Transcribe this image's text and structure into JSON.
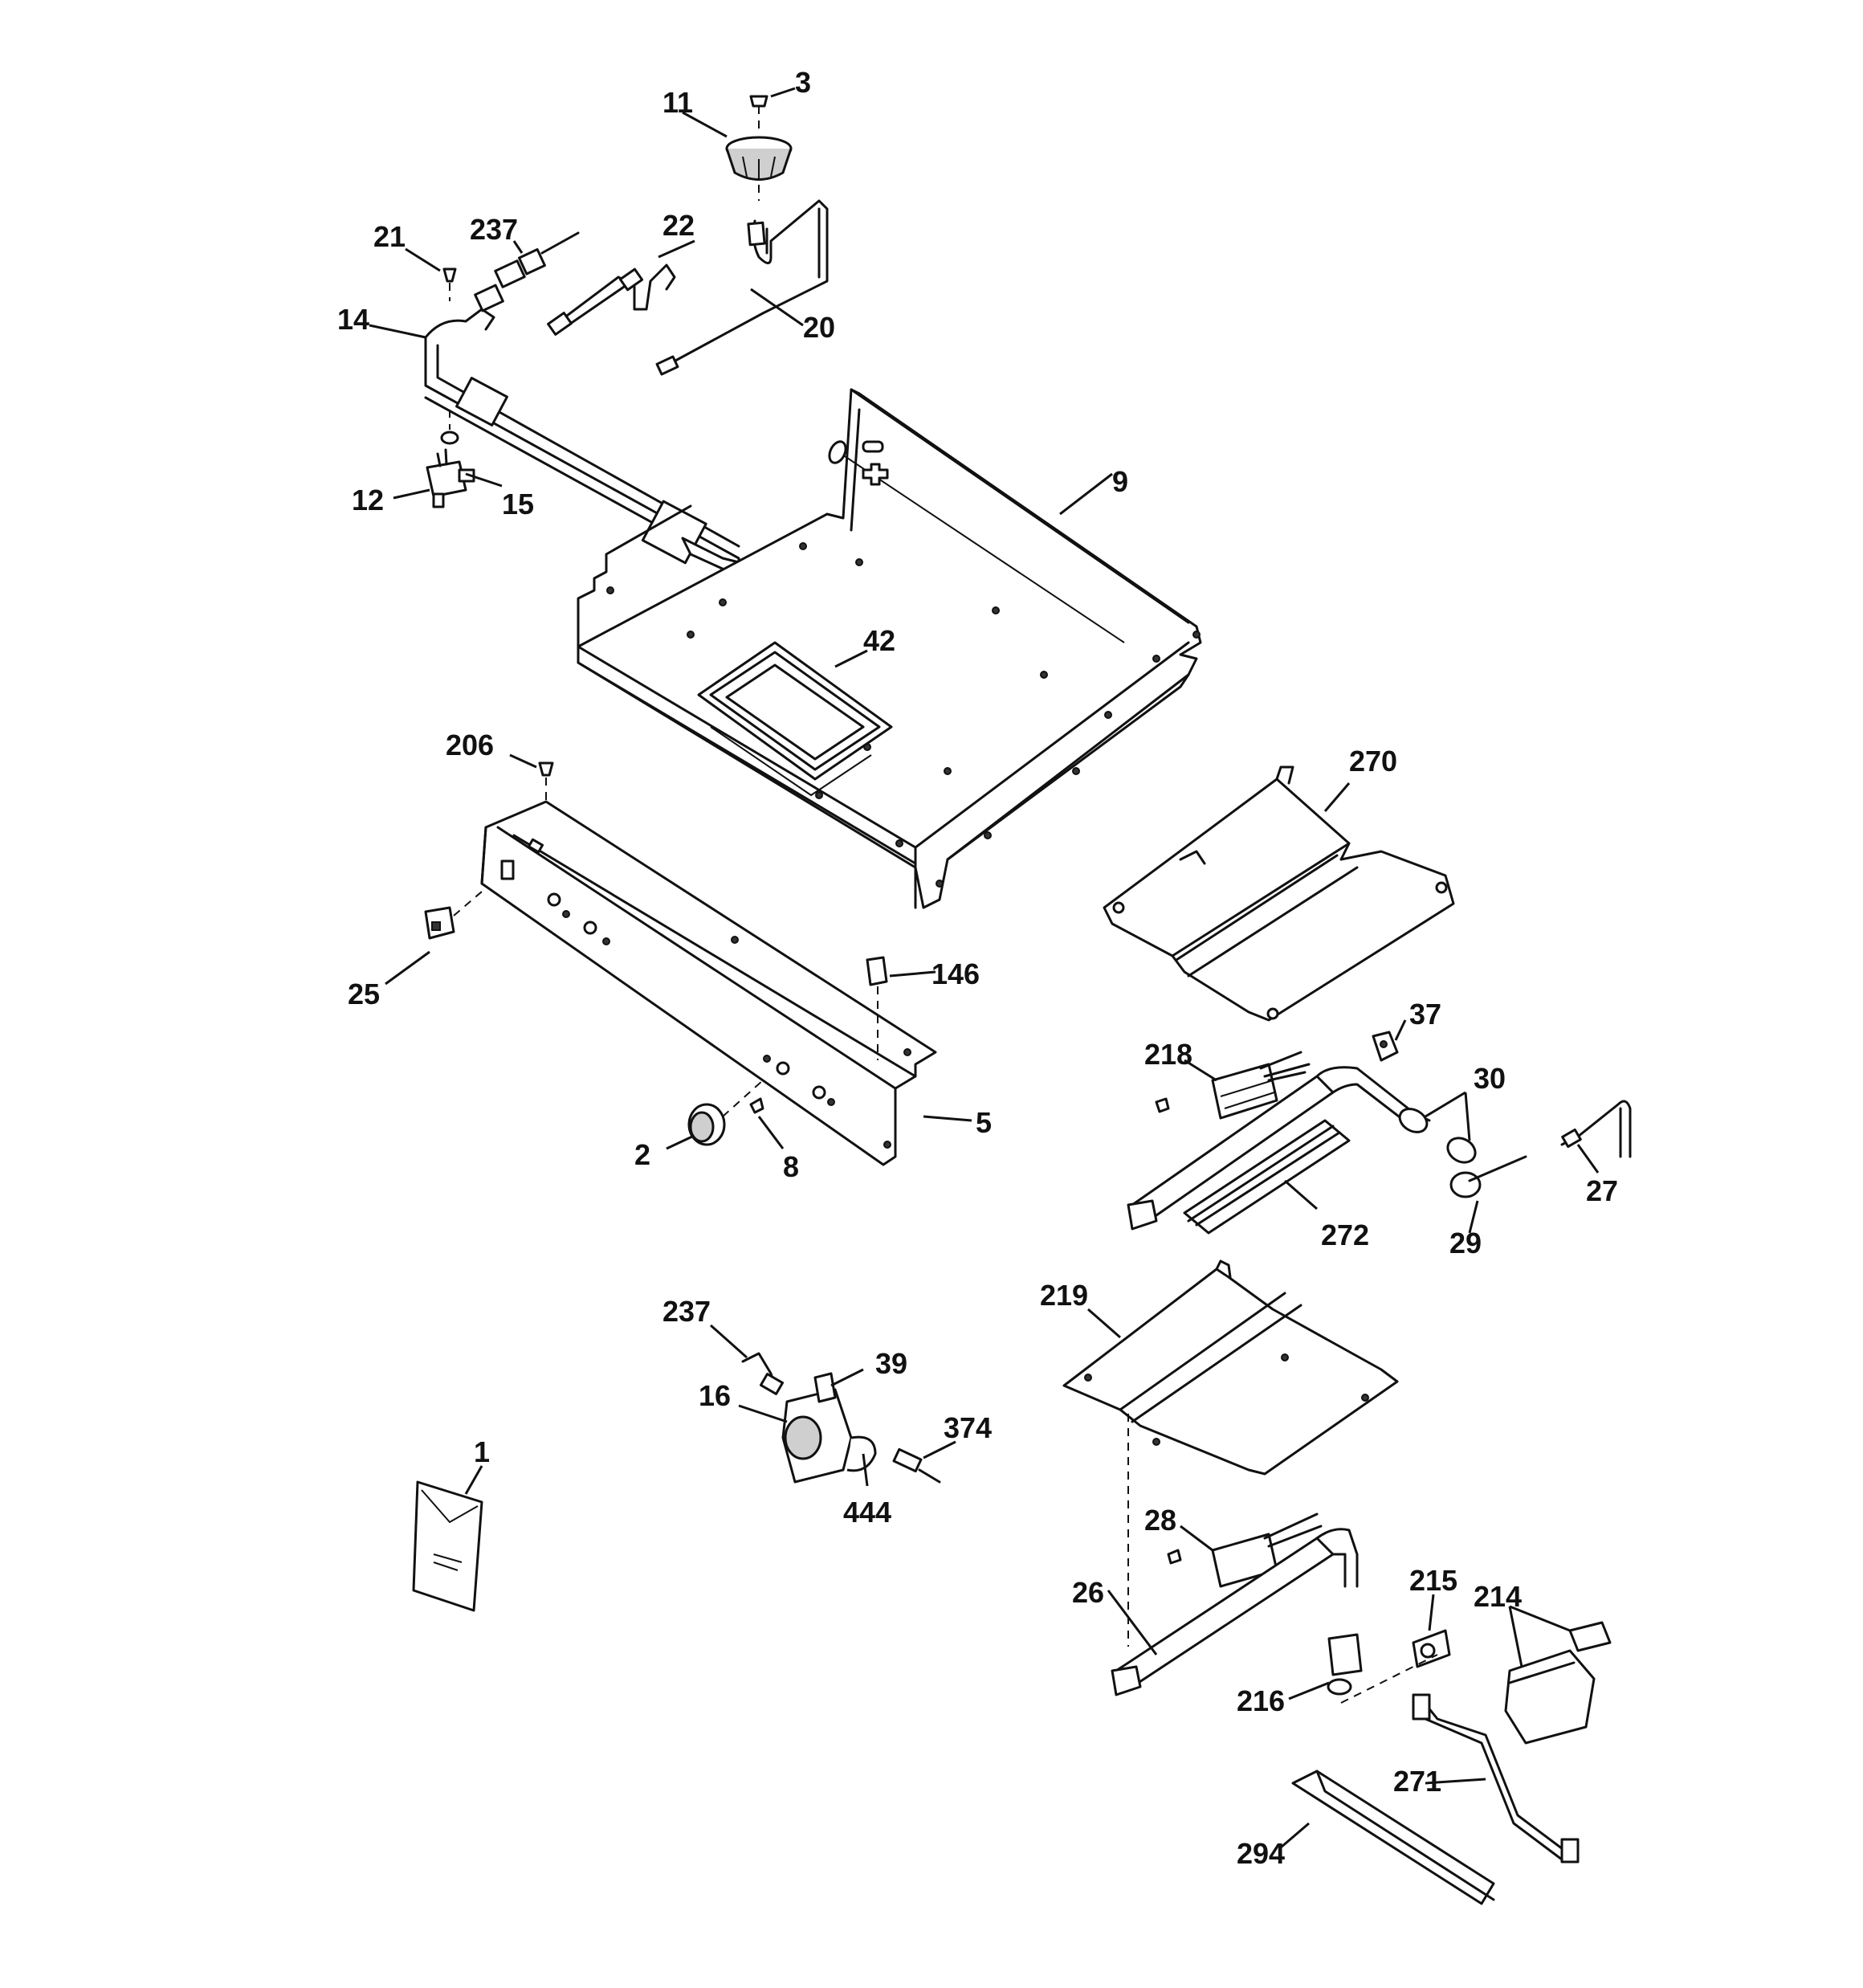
{
  "callouts": [
    {
      "id": "c11",
      "label": "11"
    },
    {
      "id": "c3",
      "label": "3"
    },
    {
      "id": "c21",
      "label": "21"
    },
    {
      "id": "c237a",
      "label": "237"
    },
    {
      "id": "c22",
      "label": "22"
    },
    {
      "id": "c14",
      "label": "14"
    },
    {
      "id": "c20",
      "label": "20"
    },
    {
      "id": "c9",
      "label": "9"
    },
    {
      "id": "c12",
      "label": "12"
    },
    {
      "id": "c15",
      "label": "15"
    },
    {
      "id": "c42",
      "label": "42"
    },
    {
      "id": "c206",
      "label": "206"
    },
    {
      "id": "c270",
      "label": "270"
    },
    {
      "id": "c25",
      "label": "25"
    },
    {
      "id": "c146",
      "label": "146"
    },
    {
      "id": "c37",
      "label": "37"
    },
    {
      "id": "c218",
      "label": "218"
    },
    {
      "id": "c30",
      "label": "30"
    },
    {
      "id": "c5",
      "label": "5"
    },
    {
      "id": "c2",
      "label": "2"
    },
    {
      "id": "c8",
      "label": "8"
    },
    {
      "id": "c27",
      "label": "27"
    },
    {
      "id": "c272",
      "label": "272"
    },
    {
      "id": "c29",
      "label": "29"
    },
    {
      "id": "c237b",
      "label": "237"
    },
    {
      "id": "c219",
      "label": "219"
    },
    {
      "id": "c39",
      "label": "39"
    },
    {
      "id": "c16",
      "label": "16"
    },
    {
      "id": "c374",
      "label": "374"
    },
    {
      "id": "c1",
      "label": "1"
    },
    {
      "id": "c444",
      "label": "444"
    },
    {
      "id": "c28",
      "label": "28"
    },
    {
      "id": "c215",
      "label": "215"
    },
    {
      "id": "c214",
      "label": "214"
    },
    {
      "id": "c26",
      "label": "26"
    },
    {
      "id": "c216",
      "label": "216"
    },
    {
      "id": "c271",
      "label": "271"
    },
    {
      "id": "c294",
      "label": "294"
    }
  ]
}
